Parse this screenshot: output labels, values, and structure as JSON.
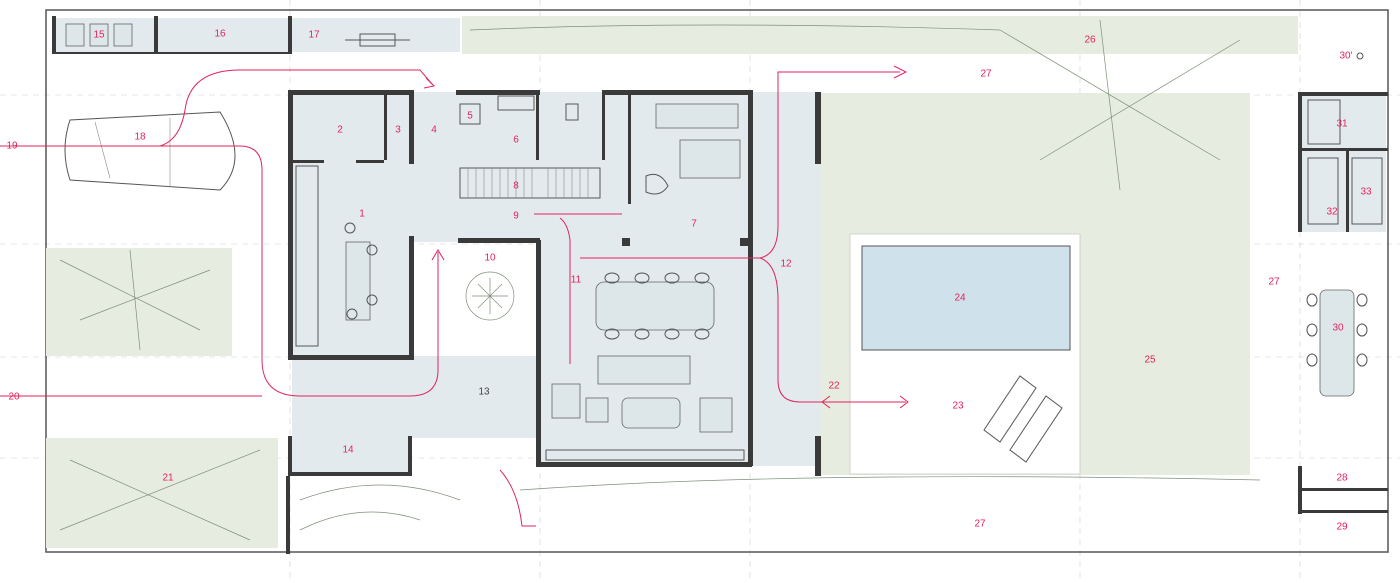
{
  "colors": {
    "label": "#e0245e",
    "label_dark": "#444444",
    "wall": "#3a3a3a",
    "interior": "#e3eaed",
    "grass": "#e6ecdf",
    "terrace": "#ffffff",
    "pool": "#cfe1ea",
    "route": "#e0245e"
  },
  "labels": [
    {
      "id": "label-1",
      "text": "1"
    },
    {
      "id": "label-2",
      "text": "2"
    },
    {
      "id": "label-3",
      "text": "3"
    },
    {
      "id": "label-4",
      "text": "4"
    },
    {
      "id": "label-5",
      "text": "5"
    },
    {
      "id": "label-6",
      "text": "6"
    },
    {
      "id": "label-7",
      "text": "7"
    },
    {
      "id": "label-8",
      "text": "8"
    },
    {
      "id": "label-9",
      "text": "9"
    },
    {
      "id": "label-10",
      "text": "10"
    },
    {
      "id": "label-11",
      "text": "11"
    },
    {
      "id": "label-12",
      "text": "12"
    },
    {
      "id": "label-13",
      "text": "13"
    },
    {
      "id": "label-14",
      "text": "14"
    },
    {
      "id": "label-15",
      "text": "15"
    },
    {
      "id": "label-16",
      "text": "16"
    },
    {
      "id": "label-17",
      "text": "17"
    },
    {
      "id": "label-18",
      "text": "18"
    },
    {
      "id": "label-19",
      "text": "19"
    },
    {
      "id": "label-20",
      "text": "20"
    },
    {
      "id": "label-21",
      "text": "21"
    },
    {
      "id": "label-22",
      "text": "22"
    },
    {
      "id": "label-23",
      "text": "23"
    },
    {
      "id": "label-24",
      "text": "24"
    },
    {
      "id": "label-25",
      "text": "25"
    },
    {
      "id": "label-26",
      "text": "26"
    },
    {
      "id": "label-27a",
      "text": "27"
    },
    {
      "id": "label-27b",
      "text": "27"
    },
    {
      "id": "label-27c",
      "text": "27"
    },
    {
      "id": "label-28",
      "text": "28"
    },
    {
      "id": "label-29",
      "text": "29"
    },
    {
      "id": "label-30",
      "text": "30"
    },
    {
      "id": "label-30b",
      "text": "30'"
    },
    {
      "id": "label-31",
      "text": "31"
    },
    {
      "id": "label-32",
      "text": "32"
    },
    {
      "id": "label-33",
      "text": "33"
    }
  ]
}
